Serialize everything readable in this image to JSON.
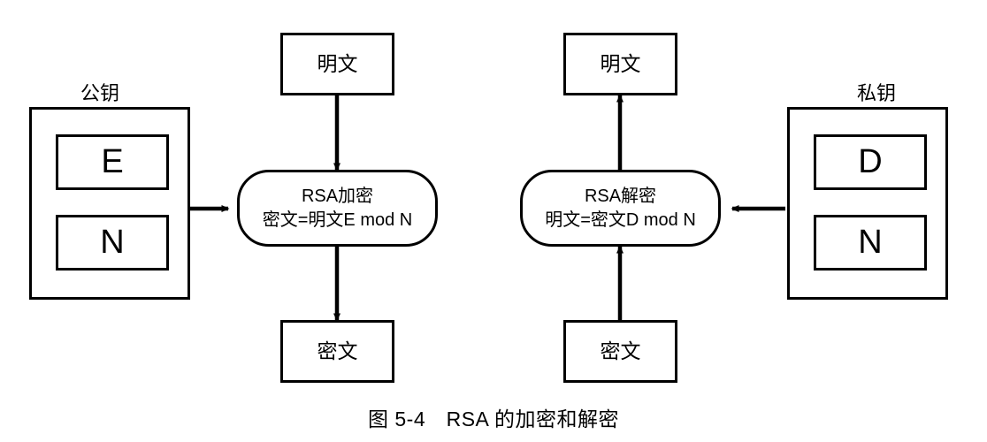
{
  "figure": {
    "caption": "图 5-4　RSA 的加密和解密",
    "background_color": "#ffffff",
    "stroke_color": "#000000"
  },
  "left": {
    "key_label": "公钥",
    "key_letters": [
      "E",
      "N"
    ],
    "plaintext_box": "明文",
    "ciphertext_box": "密文",
    "process": {
      "line1": "RSA加密",
      "line2": "密文=明文E mod N"
    }
  },
  "right": {
    "key_label": "私钥",
    "key_letters": [
      "D",
      "N"
    ],
    "plaintext_box": "明文",
    "ciphertext_box": "密文",
    "process": {
      "line1": "RSA解密",
      "line2": "明文=密文D mod N"
    }
  }
}
